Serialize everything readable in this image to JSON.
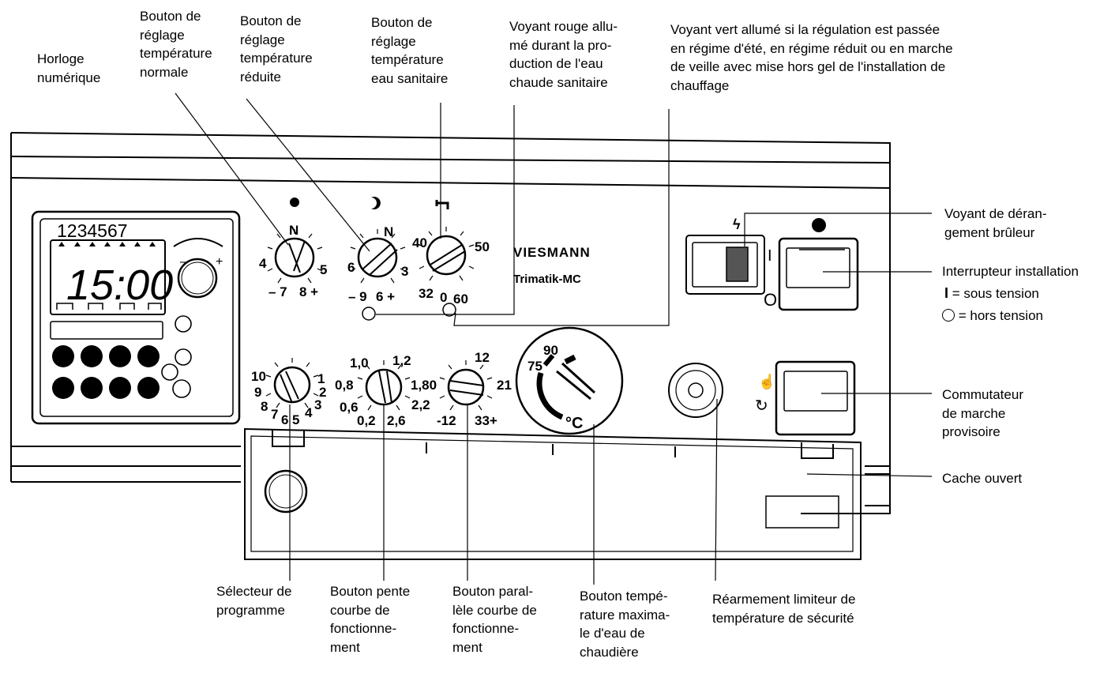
{
  "labels": {
    "horloge": "Horloge\nnumérique",
    "bouton_normale": "Bouton de\nréglage\ntempérature\nnormale",
    "bouton_reduite": "Bouton de\nréglage\ntempérature\nréduite",
    "bouton_sanitaire": "Bouton de\nréglage\ntempérature\neau sanitaire",
    "voyant_rouge": "Voyant rouge allu-\nmé durant la pro-\nduction de l'eau\nchaude sanitaire",
    "voyant_vert": "Voyant vert allumé si la régulation est passée\nen régime d'été, en régime réduit ou en marche\nde veille avec mise hors gel de l'installation de\nchauffage",
    "voyant_derangement": "Voyant de déran-\ngement brûleur",
    "interrupteur": "Interrupteur installation",
    "sous_tension": "= sous tension",
    "hors_tension": "= hors tension",
    "commutateur": "Commutateur\nde marche\nprovisoire",
    "cache": "Cache ouvert",
    "selecteur": "Sélecteur de\nprogramme",
    "pente": "Bouton pente\ncourbe de\nfonctionne-\nment",
    "parallele": "Bouton paral-\nlèle courbe de\nfonctionne-\nment",
    "temp_max": "Bouton tempé-\nrature maxima-\nle d'eau de\nchaudière",
    "rearmement": "Réarmement limiteur de\ntempérature de sécurité"
  },
  "panel": {
    "brand": "VIESMANN",
    "model": "Trimatik-MC",
    "clock_days": "1234567",
    "clock_time": "15:00",
    "unit_celsius": "°C",
    "symbol_I": "I",
    "symbol_O": "O",
    "knob_normale": {
      "left": "4",
      "top": "N",
      "right": "5",
      "bottom_left": "– 7",
      "bottom_right": "8 +"
    },
    "knob_reduite": {
      "left": "6",
      "top": "N",
      "right": "3",
      "bottom_left": "– 9",
      "bottom_right": "6 +"
    },
    "knob_sanitaire": {
      "top_left": "40",
      "top_right": "50",
      "bottom_left": "32",
      "bottom_mid": "0",
      "bottom_right": "60"
    },
    "knob_programme": {
      "s10": "10",
      "s9": "9",
      "s8": "8",
      "s7": "7",
      "s6": "6",
      "s5": "5",
      "s4": "4",
      "s3": "3",
      "s2": "2",
      "s1": "1"
    },
    "knob_pente": {
      "s10": "1,0",
      "s12": "1,2",
      "s08": "0,8",
      "s180": "1,80",
      "s06": "0,6",
      "s22": "2,2",
      "s02": "0,2",
      "s26": "2,6"
    },
    "knob_parallele": {
      "s12": "12",
      "s21": "21",
      "sm12": "-12",
      "s33": "33+"
    },
    "knob_temp": {
      "s90": "90",
      "s75": "75"
    }
  }
}
